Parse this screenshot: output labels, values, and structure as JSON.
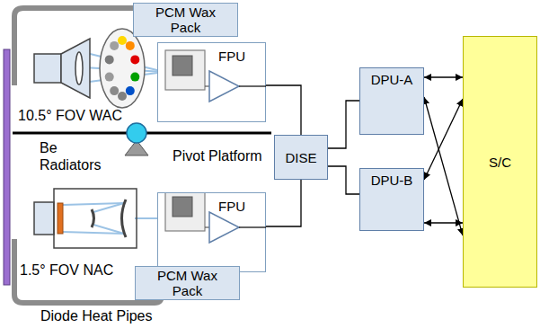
{
  "diagram": {
    "nodes": [
      {
        "text": [
          "PCM Wax Pack"
        ]
      },
      {
        "text": [
          "FPU"
        ]
      },
      {
        "text": [
          "DISE"
        ]
      },
      {
        "text": [
          "DPU-A"
        ]
      },
      {
        "text": [
          "DPU-B"
        ]
      },
      {
        "text": [
          "S/C"
        ]
      },
      {
        "text": [
          "FPU"
        ]
      },
      {
        "text": [
          "PCM Wax Pack"
        ]
      }
    ],
    "edges": [
      {
        "from": 1,
        "to": 2,
        "arrow": "none"
      },
      {
        "from": 6,
        "to": 2,
        "arrow": "none"
      },
      {
        "from": 2,
        "to": 3,
        "arrow": "none"
      },
      {
        "from": 2,
        "to": 4,
        "arrow": "none"
      },
      {
        "from": 3,
        "to": 5,
        "arrow": "both"
      },
      {
        "from": 3,
        "to": 5,
        "arrow": "both"
      },
      {
        "from": 4,
        "to": 5,
        "arrow": "both"
      },
      {
        "from": 4,
        "to": 5,
        "arrow": "both"
      }
    ],
    "labels": [
      "10.5° FOV WAC",
      "Be Radiators",
      "Pivot Platform",
      "1.5° FOV NAC",
      "Diode Heat Pipes"
    ]
  }
}
